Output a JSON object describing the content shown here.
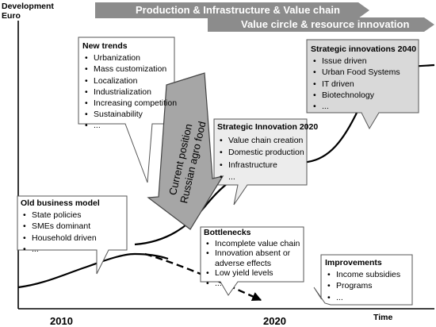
{
  "axes": {
    "y_label_line1": "Development",
    "y_label_line2": "Euro",
    "x_label": "Time",
    "tick_2010": "2010",
    "tick_2020": "2020"
  },
  "banners": {
    "top": "Production & Infrastructure & Value chain",
    "second": "Value circle & resource innovation",
    "color": "#8c8c8c"
  },
  "arrow": {
    "text": "Current position Russian agro food",
    "color": "#a6a6a6"
  },
  "new_trends": {
    "title": "New trends",
    "items": [
      "Urbanization",
      "Mass customization",
      "Localization",
      "Industrialization",
      "Increasing competition",
      "Sustainability",
      "..."
    ]
  },
  "strategic_2040": {
    "title": "Strategic innovations 2040",
    "items": [
      "Issue driven",
      "Urban Food Systems",
      "IT driven",
      "Biotechnology",
      "..."
    ],
    "fill": "#d9d9d9"
  },
  "strategic_2020": {
    "title": "Strategic Innovation 2020",
    "items": [
      "Value chain creation",
      "Domestic production",
      "Infrastructure",
      "..."
    ],
    "fill": "#ececec"
  },
  "old_model": {
    "title": "Old business model",
    "items": [
      "State policies",
      "SMEs dominant",
      "Household driven",
      "..."
    ]
  },
  "bottlenecks": {
    "title": "Bottlenecks",
    "items": [
      "Incomplete value chain",
      "Innovation absent or",
      "adverse effects",
      "Low yield levels",
      "..."
    ],
    "bullets": [
      true,
      true,
      false,
      true,
      true
    ]
  },
  "improvements": {
    "title": "Improvements",
    "items": [
      "Income subsidies",
      "Programs",
      "..."
    ]
  }
}
